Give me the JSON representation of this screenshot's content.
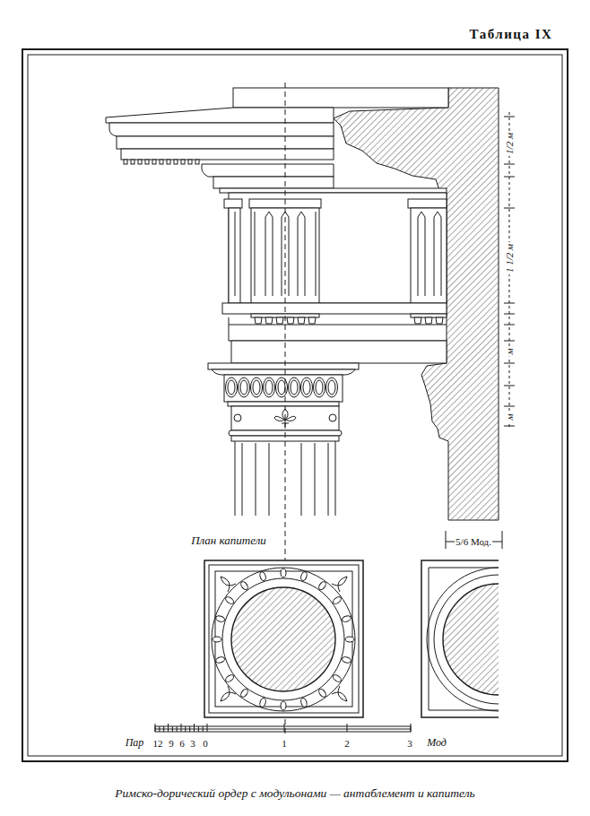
{
  "diagram": {
    "title": "Таблица IX",
    "caption": "Римско-дорический ордер с модульонами — антаблемент и капитель",
    "labels": [
      "План капители",
      "5/6 Мод.",
      "1/2 м",
      "1 1/2 м",
      "м",
      "м",
      "Пар",
      "12",
      "9",
      "6",
      "3",
      "0",
      "1",
      "2",
      "3",
      "Мод"
    ]
  }
}
